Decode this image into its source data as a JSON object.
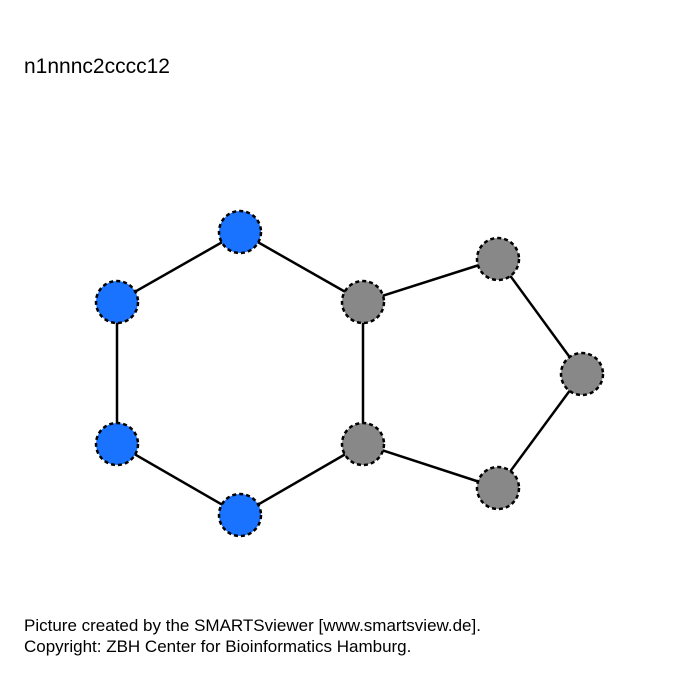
{
  "smarts": "n1nnnc2cccc12",
  "footer": {
    "line1": "Picture created by the SMARTSviewer [www.smartsview.de].",
    "line2": "Copyright: ZBH Center for Bioinformatics Hamburg."
  },
  "colors": {
    "nitrogen": "#1a73ff",
    "carbon": "#888888",
    "bond": "#000000"
  },
  "atoms": [
    {
      "element": "n",
      "color": "nitrogen"
    },
    {
      "element": "n",
      "color": "nitrogen"
    },
    {
      "element": "n",
      "color": "nitrogen"
    },
    {
      "element": "n",
      "color": "nitrogen"
    },
    {
      "element": "c",
      "color": "carbon"
    },
    {
      "element": "c",
      "color": "carbon"
    },
    {
      "element": "c",
      "color": "carbon"
    },
    {
      "element": "c",
      "color": "carbon"
    },
    {
      "element": "c",
      "color": "carbon"
    }
  ]
}
